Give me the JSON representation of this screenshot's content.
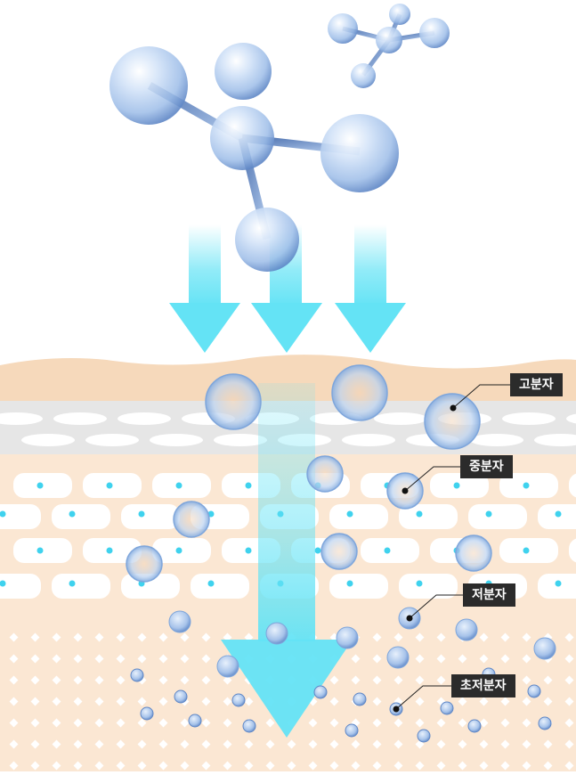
{
  "labels": {
    "high": "고분자",
    "medium": "중분자",
    "low": "저분자",
    "ultra_low": "초저분자"
  },
  "colors": {
    "background": "#ffffff",
    "epidermis": "#f6d9bb",
    "barrier_band": "#e6e6e6",
    "dermis": "#fbe7d3",
    "arrow": "#64e3f5",
    "molecule": "#a9c7ec",
    "label_bg": "#2b2b2b",
    "label_text": "#ffffff"
  }
}
